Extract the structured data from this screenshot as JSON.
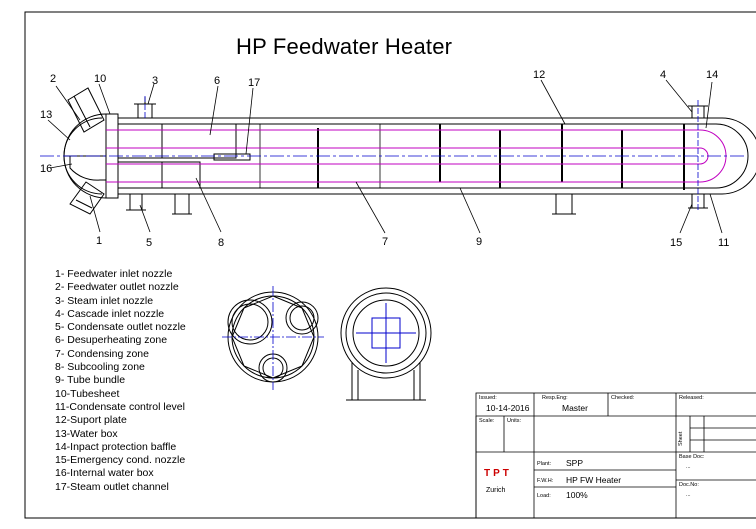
{
  "title": "HP Feedwater Heater",
  "callouts": [
    "1",
    "2",
    "3",
    "4",
    "5",
    "6",
    "7",
    "8",
    "9",
    "10",
    "11",
    "12",
    "13",
    "14",
    "15",
    "16",
    "17"
  ],
  "legend": [
    "1- Feedwater inlet nozzle",
    "2- Feedwater outlet nozzle",
    "3- Steam inlet nozzle",
    "4- Cascade inlet nozzle",
    "5- Condensate outlet nozzle",
    "6- Desuperheating zone",
    "7- Condensing zone",
    "8- Subcooling zone",
    "9- Tube bundle",
    "10-Tubesheet",
    "11-Condensate control level",
    "12-Suport plate",
    "13-Water box",
    "14-Inpact protection baffle",
    "15-Emergency cond. nozzle",
    "16-Internal water box",
    "17-Steam outlet channel"
  ],
  "title_block": {
    "issued_label": "Issued:",
    "issued_value": "10-14-2016",
    "resp_label": "Resp.Eng:",
    "resp_value": "Master",
    "checked_label": "Checked:",
    "released_label": "Released:",
    "scale_label": "Scale:",
    "units_label": "Units:",
    "sheet_label": "Sheet",
    "base_doc_label": "Base Doc:",
    "base_doc_value": "...",
    "company": "TPT",
    "city": "Zurich",
    "plant_label": "Plant:",
    "plant_value": "SPP",
    "fw_label": "F.W.H:",
    "fw_value": "HP FW Heater",
    "load_label": "Load:",
    "load_value": "100%",
    "doc_no_label": "Doc.No:",
    "doc_no_value": "..."
  }
}
